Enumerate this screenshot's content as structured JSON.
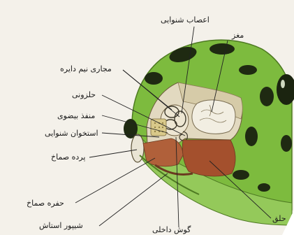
{
  "diagram": {
    "labels": {
      "auditory_nerves": "اعصاب شنوایی",
      "brain": "مغز",
      "semicircular_canals": "مجاری نیم دایره",
      "cochlea": "حلزونی",
      "oval_window": "منفذ بیضوی",
      "auditory_ossicle": "استخوان شنوایی",
      "eardrum": "پرده صماخ",
      "tympanic_cavity": "حفره صماخ",
      "eustachian_tube": "شیپور استاش",
      "inner_ear": "گوش داخلی",
      "throat": "حلق"
    }
  }
}
